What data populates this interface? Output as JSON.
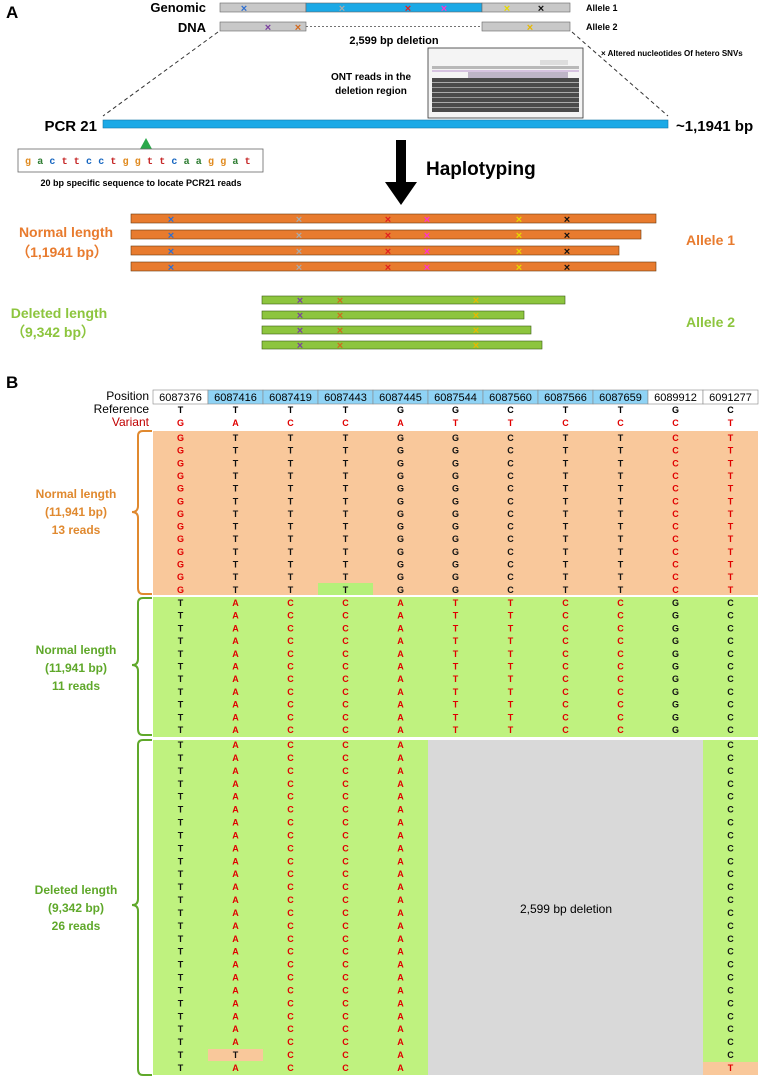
{
  "panel_a": {
    "label": "A",
    "genomic_label": "Genomic",
    "dna_label": "DNA",
    "allele1_small": "Allele 1",
    "allele2_small": "Allele 2",
    "deletion_label": "2,599 bp deletion",
    "snv_note": "× Altered nucleotides Of hetero SNVs",
    "ont_label_1": "ONT reads in the",
    "ont_label_2": "deletion region",
    "pcr_label": "PCR 21",
    "pcr_length": "~1,1941 bp",
    "seq_letters": [
      "g",
      "a",
      "c",
      "t",
      "t",
      "c",
      "c",
      "t",
      "g",
      "g",
      "t",
      "t",
      "c",
      "a",
      "a",
      "g",
      "g",
      "a",
      "t"
    ],
    "seq_colors": [
      "#e08a1e",
      "#2e7d32",
      "#1565c0",
      "#c62828",
      "#c62828",
      "#1565c0",
      "#1565c0",
      "#c62828",
      "#e08a1e",
      "#e08a1e",
      "#c62828",
      "#c62828",
      "#1565c0",
      "#2e7d32",
      "#2e7d32",
      "#e08a1e",
      "#e08a1e",
      "#2e7d32",
      "#c62828"
    ],
    "seq_caption": "20 bp specific sequence to locate PCR21 reads",
    "haplotyping": "Haplotyping",
    "normal_label_1": "Normal length",
    "normal_label_2": "（1,1941 bp）",
    "deleted_label_1": "Deleted length",
    "deleted_label_2": "（9,342 bp）",
    "allele1": "Allele 1",
    "allele2": "Allele 2",
    "colors": {
      "blue_bar": "#1ba9e6",
      "orange": "#e87b2e",
      "green": "#8dc53e",
      "grey": "#c8c8c8"
    }
  },
  "panel_b": {
    "label": "B",
    "row_titles": [
      "Position",
      "Reference",
      "Variant"
    ],
    "positions": [
      "6087376",
      "6087416",
      "6087419",
      "6087443",
      "6087445",
      "6087544",
      "6087560",
      "6087566",
      "6087659",
      "6089912",
      "6091277"
    ],
    "reference": [
      "T",
      "T",
      "T",
      "T",
      "G",
      "G",
      "C",
      "T",
      "T",
      "G",
      "C"
    ],
    "variant": [
      "G",
      "A",
      "C",
      "C",
      "A",
      "T",
      "T",
      "C",
      "C",
      "C",
      "T"
    ],
    "deletion_text": "2,599 bp deletion",
    "groups": [
      {
        "label1": "Normal length",
        "label2": "(11,941 bp)",
        "label3": "13 reads",
        "color": "#e0892f"
      },
      {
        "label1": "Normal length",
        "label2": "(11,941 bp)",
        "label3": "11 reads",
        "color": "#5fa82a"
      },
      {
        "label1": "Deleted length",
        "label2": "(9,342 bp)",
        "label3": "26 reads",
        "color": "#5fa82a"
      }
    ]
  }
}
